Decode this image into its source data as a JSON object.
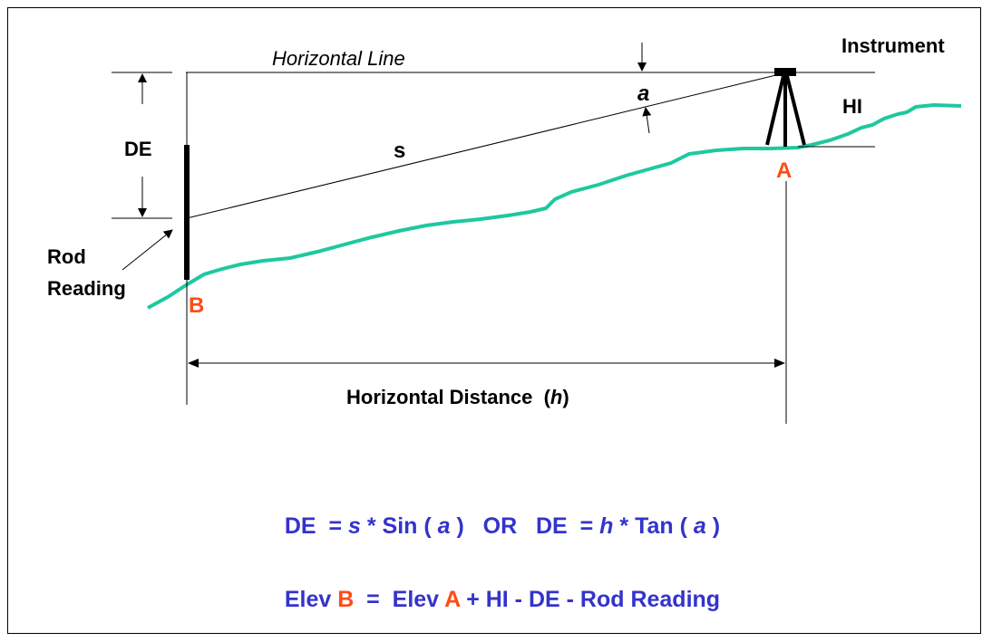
{
  "labels": {
    "horizontal_line": "Horizontal Line",
    "instrument": "Instrument",
    "angle": "a",
    "hi": "HI",
    "de": "DE",
    "slope": "s",
    "point_a": "A",
    "point_b": "B",
    "rod_reading_1": "Rod",
    "rod_reading_2": "Reading",
    "horizontal_distance": "Horizontal Distance  (",
    "h": "h",
    "close_paren": ")"
  },
  "formula1": {
    "de1": "DE  = ",
    "s": "s",
    "sin": " * Sin ( ",
    "a1": "a",
    "or": " )   OR   DE  = ",
    "h": "h",
    "tan": " * Tan ( ",
    "a2": "a",
    "close": " )"
  },
  "formula2": {
    "elev1": "Elev ",
    "b": "B",
    "mid": "  =  Elev ",
    "a": "A",
    "rest": " + HI - DE - Rod Reading"
  },
  "colors": {
    "ground": "#1ec8a0",
    "formula": "#3333cc",
    "point": "#ff4b14"
  }
}
